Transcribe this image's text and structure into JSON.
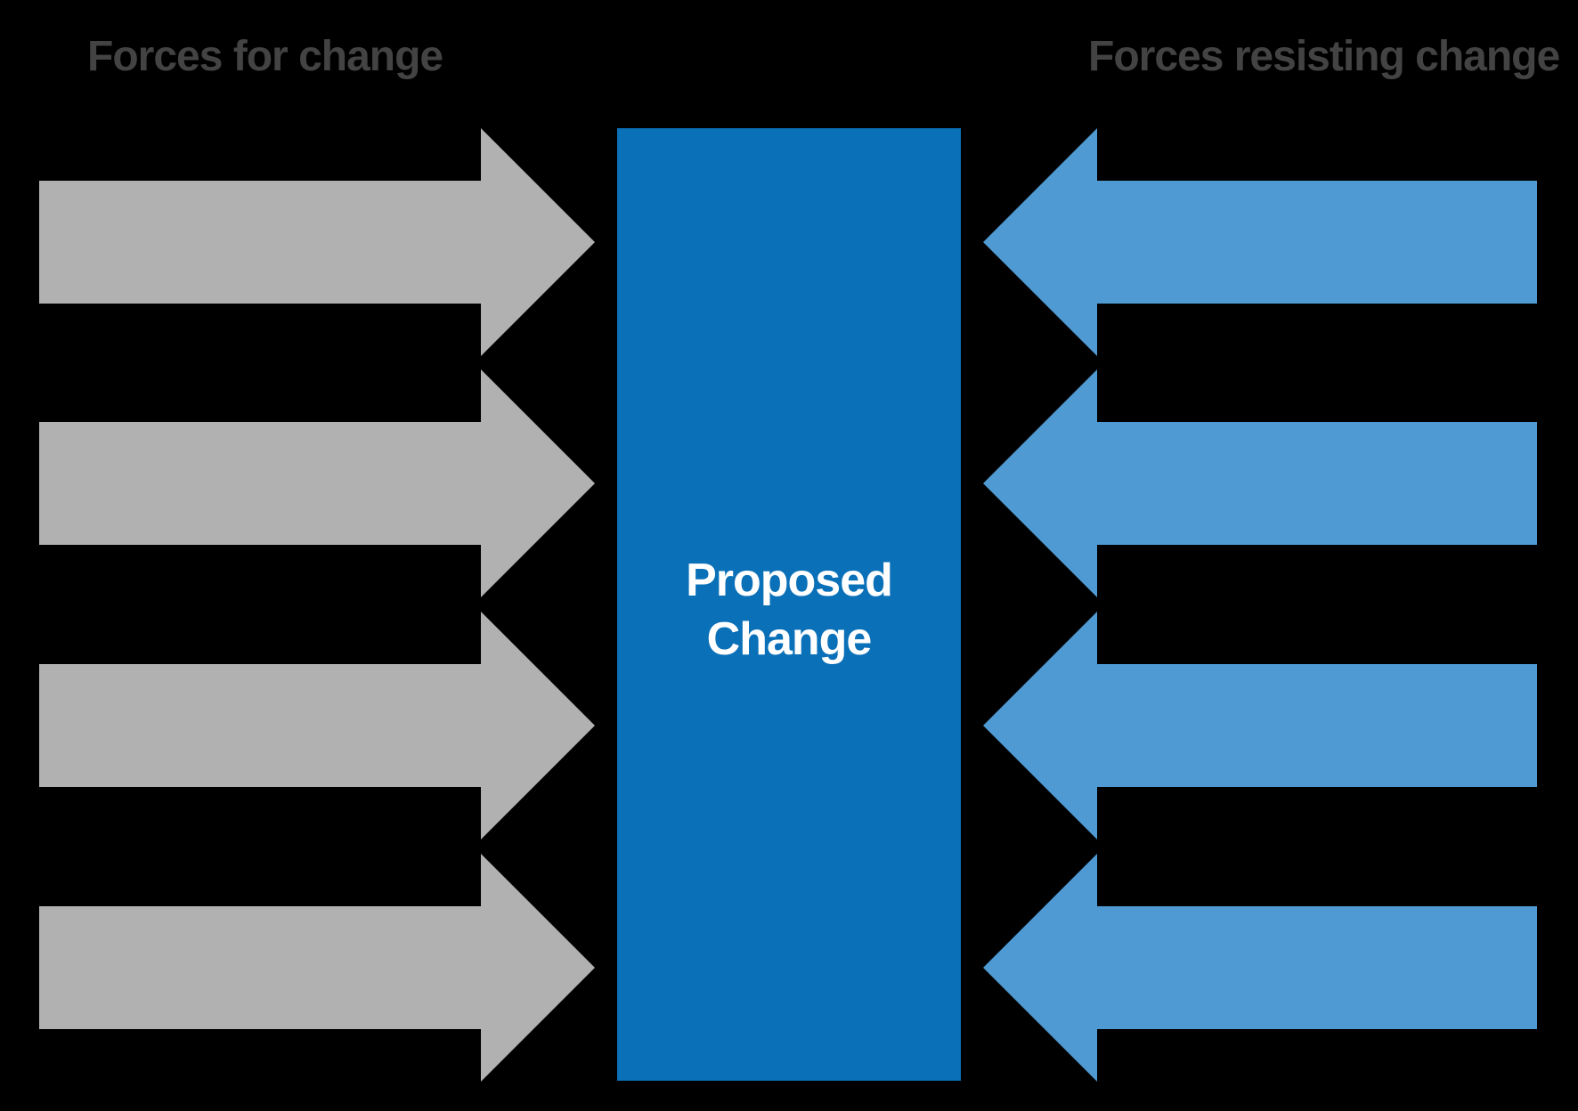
{
  "diagram": {
    "type": "force-field-analysis",
    "left_title": "Forces for change",
    "right_title": "Forces resisting change",
    "center_box": {
      "label": "Proposed Change",
      "label_line1": "Proposed",
      "label_line2": "Change"
    },
    "driving_arrows": {
      "count": 4,
      "direction": "right",
      "group_label": "Forces for change"
    },
    "resisting_arrows": {
      "count": 4,
      "direction": "left",
      "group_label": "Forces resisting change"
    },
    "colors": {
      "background": "#000000",
      "title_text": "#434343",
      "driving_arrow": "#b1b1b1",
      "resisting_arrow": "#4f9ad3",
      "center_box": "#0a70b8",
      "center_text": "#ffffff"
    }
  }
}
